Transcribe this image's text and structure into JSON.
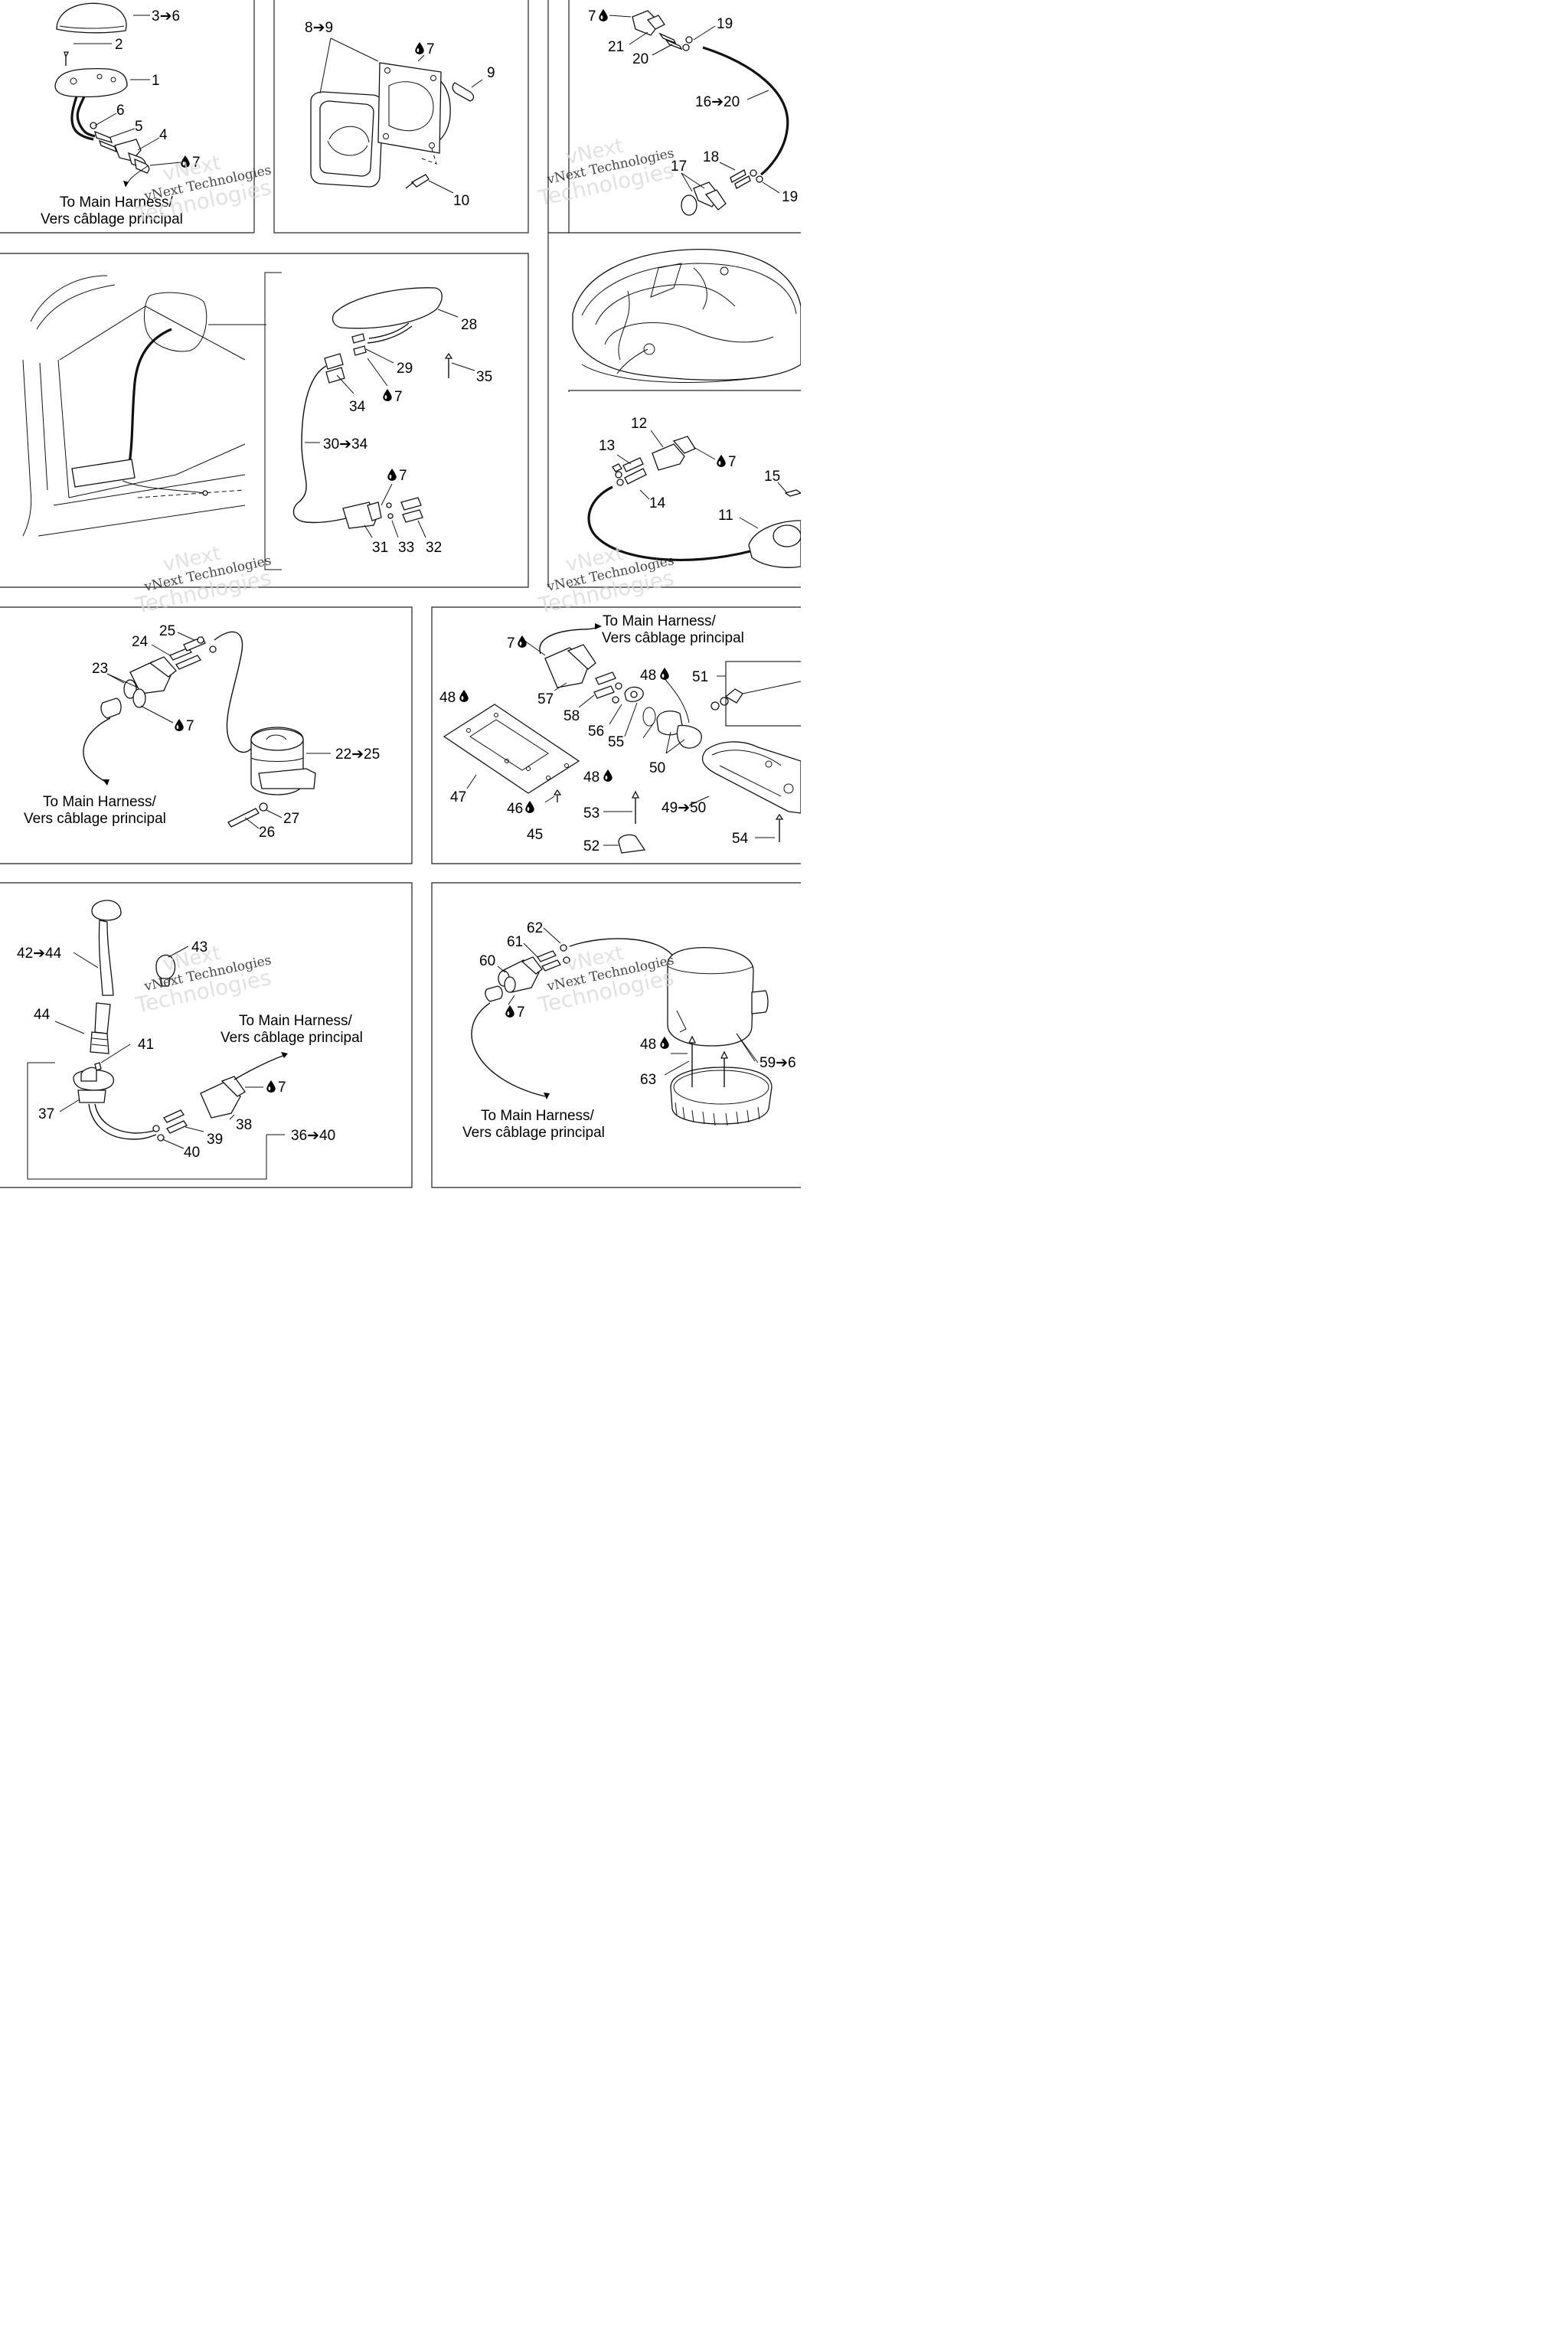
{
  "callouts": {
    "p1_3_6": "3➔6",
    "p1_2": "2",
    "p1_1": "1",
    "p1_6": "6",
    "p1_5": "5",
    "p1_4": "4",
    "p1_7": "7",
    "p2_8_9": "8➔9",
    "p2_7": "7",
    "p2_9": "9",
    "p2_10": "10",
    "p3_7": "7",
    "p3_19a": "19",
    "p3_21": "21",
    "p3_20": "20",
    "p3_16_20": "16➔20",
    "p3_18": "18",
    "p3_17": "17",
    "p3_19b": "19",
    "p4_28": "28",
    "p4_29": "29",
    "p4_35": "35",
    "p4_7a": "7",
    "p4_34": "34",
    "p4_30_34": "30➔34",
    "p4_7b": "7",
    "p4_31": "31",
    "p4_33": "33",
    "p4_32": "32",
    "p5_12": "12",
    "p5_13": "13",
    "p5_7": "7",
    "p5_15": "15",
    "p5_14": "14",
    "p5_11": "11",
    "p6_25": "25",
    "p6_24": "24",
    "p6_23": "23",
    "p6_7": "7",
    "p6_22_25": "22➔25",
    "p6_27": "27",
    "p6_26": "26",
    "p7_7": "7",
    "p7_48a": "48",
    "p7_51": "51",
    "p7_48b": "48",
    "p7_57": "57",
    "p7_58": "58",
    "p7_56": "56",
    "p7_55": "55",
    "p7_50": "50",
    "p7_47": "47",
    "p7_48c": "48",
    "p7_53": "53",
    "p7_46": "46",
    "p7_45": "45",
    "p7_49_50": "49➔50",
    "p7_52": "52",
    "p7_54": "54",
    "p8_42_44": "42➔44",
    "p8_43": "43",
    "p8_44": "44",
    "p8_41": "41",
    "p8_7": "7",
    "p8_37": "37",
    "p8_38": "38",
    "p8_39": "39",
    "p8_40": "40",
    "p8_36_40": "36➔40",
    "p9_62": "62",
    "p9_61": "61",
    "p9_60": "60",
    "p9_7": "7",
    "p9_48": "48",
    "p9_59": "59➔6",
    "p9_63": "63"
  },
  "captions": {
    "harness_en": "To Main Harness/",
    "harness_fr": "Vers câblage principal"
  },
  "watermark": {
    "line1": "vNext",
    "line2": "vNext Technologies",
    "line3": "Technologies"
  },
  "icons": [
    "drop-icon",
    "arrow-right-icon"
  ]
}
